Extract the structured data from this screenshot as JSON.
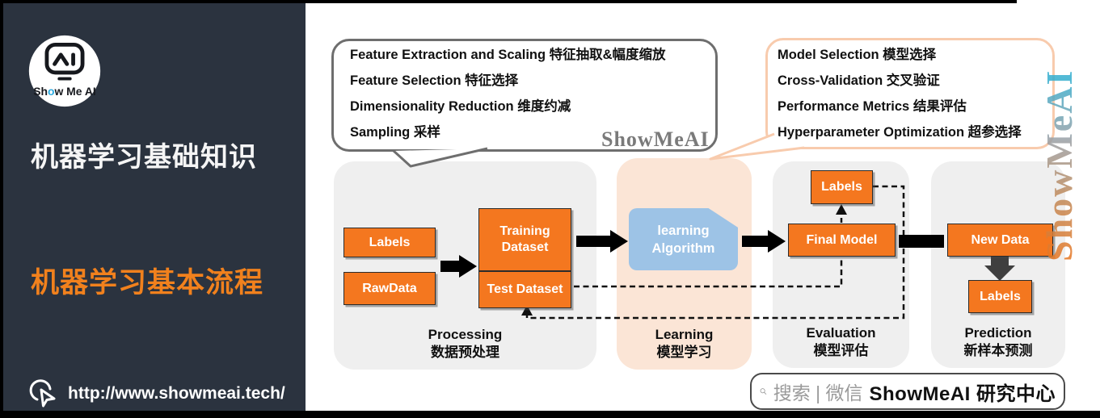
{
  "sidebar": {
    "logo": {
      "s0": "Sh",
      "s1": "o",
      "s2": "w Me AI"
    },
    "title": "机器学习基础知识",
    "subtitle": "机器学习基本流程",
    "url": "http://www.showmeai.tech/"
  },
  "bubbles": {
    "processing": {
      "items": [
        "Feature Extraction and Scaling 特征抽取&幅度缩放",
        "Feature Selection 特征选择",
        "Dimensionality Reduction 维度约减",
        "Sampling 采样"
      ]
    },
    "learning": {
      "items": [
        "Model Selection 模型选择",
        "Cross-Validation 交叉验证",
        "Performance Metrics 结果评估",
        "Hyperparameter Optimization 超参选择"
      ]
    }
  },
  "watermarks": {
    "small": "ShowMeAI",
    "vertical": "ShowMeAI"
  },
  "flow": {
    "stages": [
      {
        "en": "Processing",
        "zh": "数据预处理"
      },
      {
        "en": "Learning",
        "zh": "模型学习"
      },
      {
        "en": "Evaluation",
        "zh": "模型评估"
      },
      {
        "en": "Prediction",
        "zh": "新样本预测"
      }
    ],
    "boxes": {
      "labels1": "Labels",
      "rawdata": "RawData",
      "training": "Training Dataset",
      "test": "Test Dataset",
      "algorithm": "learning Algorithm",
      "final_model": "Final Model",
      "labels_eval": "Labels",
      "new_data": "New Data",
      "labels_pred": "Labels"
    }
  },
  "footer": {
    "search_text": "搜索 | 微信",
    "brand": "ShowMeAI 研究中心"
  },
  "colors": {
    "sidebar_bg": "#2b333f",
    "accent_orange": "#f4771f",
    "title_orange": "#f1811d",
    "algorithm_blue": "#9dc3e6",
    "panel_gray": "#efefef",
    "panel_peach": "#fbe5d6",
    "bubble2_border": "#f8cbad"
  }
}
